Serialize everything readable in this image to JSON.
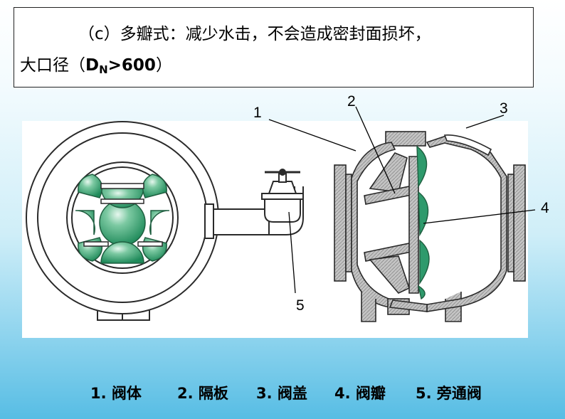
{
  "title": {
    "line1": "（c）多瓣式：减少水击，不会造成密封面损坏，",
    "line2_prefix": "大口径（",
    "dn_D": "D",
    "dn_N": "N",
    "dn_value": ">600",
    "line2_suffix": "）"
  },
  "callouts": [
    "1",
    "2",
    "3",
    "4",
    "5"
  ],
  "legend": [
    "1. 阀体",
    "2. 隔板",
    "3. 阀盖",
    "4. 阀瓣",
    "5. 旁通阀"
  ],
  "colors": {
    "disc_green": "#2e9a6c",
    "body_grey": "#bdbdbd",
    "outline": "#2a2a2a"
  }
}
